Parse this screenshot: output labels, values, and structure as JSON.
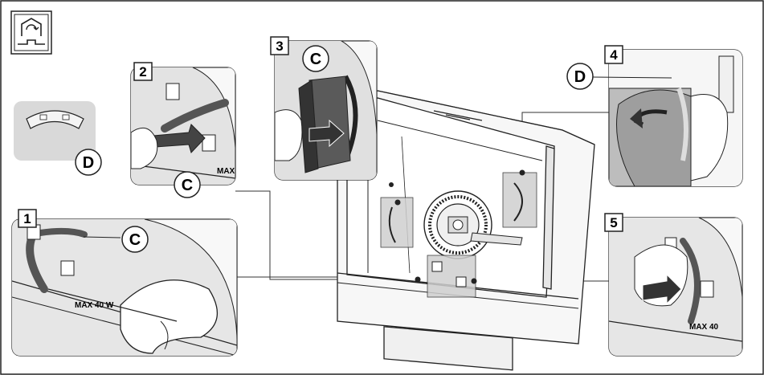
{
  "steps": [
    {
      "number": "1",
      "part": "C",
      "max_label": "MAX 40 W"
    },
    {
      "number": "2",
      "part": "C",
      "max_label": "MAX"
    },
    {
      "number": "3",
      "part": "C"
    },
    {
      "number": "4",
      "part": "D"
    },
    {
      "number": "5",
      "max_label": "MAX 40"
    }
  ],
  "part_d_label": "D",
  "icons": {
    "recirculation": "recirculation-mode-icon"
  },
  "colors": {
    "outline": "#222222",
    "panel_grey": "#d9d9d9",
    "part_dark": "#555555",
    "hood_light": "#f2f2f2",
    "arrow": "#444444"
  }
}
